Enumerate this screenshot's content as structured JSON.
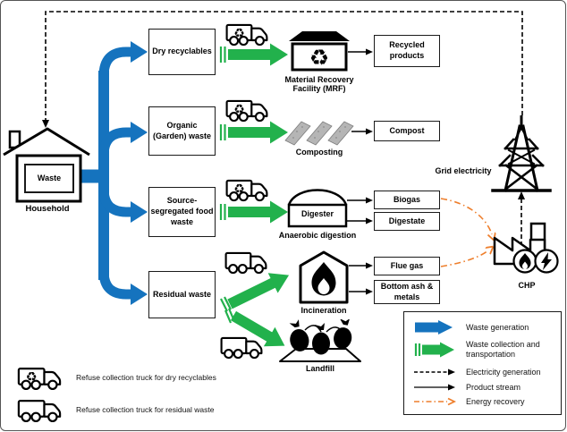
{
  "household": {
    "label": "Household",
    "waste": "Waste"
  },
  "categories": [
    "Dry recyclables",
    "Organic (Garden) waste",
    "Source-segregated food waste",
    "Residual waste"
  ],
  "facilities": {
    "mrf": "Material Recovery Facility (MRF)",
    "composting": "Composting",
    "digester": "Digester",
    "anaerobic_digestion": "Anaerobic digestion",
    "incineration": "Incineration",
    "landfill": "Landfill"
  },
  "products": [
    "Recycled products",
    "Compost",
    "Biogas",
    "Digestate",
    "Flue gas",
    "Bottom ash & metals"
  ],
  "energy": {
    "grid": "Grid electricity",
    "chp": "CHP"
  },
  "legend": {
    "items": [
      {
        "label": "Waste generation"
      },
      {
        "label": "Waste collection and transportation"
      },
      {
        "label": "Electricity generation"
      },
      {
        "label": "Product stream"
      },
      {
        "label": "Energy recovery"
      }
    ]
  },
  "truck_legend": [
    {
      "label": "Refuse collection truck for dry recyclables"
    },
    {
      "label": "Refuse collection truck for residual waste"
    }
  ],
  "colors": {
    "blue": "#1573BE",
    "green": "#22B14C",
    "orange": "#EE7F2D"
  }
}
